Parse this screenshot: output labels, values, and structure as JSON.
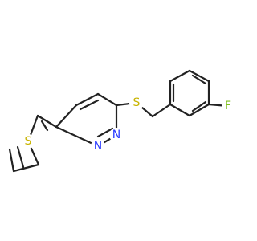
{
  "molecule": {
    "atoms": {
      "S_thiophene": {
        "label": "S",
        "color": "#c8b400"
      },
      "N1": {
        "label": "N",
        "color": "#2b3cff"
      },
      "N2": {
        "label": "N",
        "color": "#2b3cff"
      },
      "S_thioether": {
        "label": "S",
        "color": "#c8b400"
      },
      "F": {
        "label": "F",
        "color": "#7fbf1e"
      }
    },
    "bond_color": "#222222"
  }
}
